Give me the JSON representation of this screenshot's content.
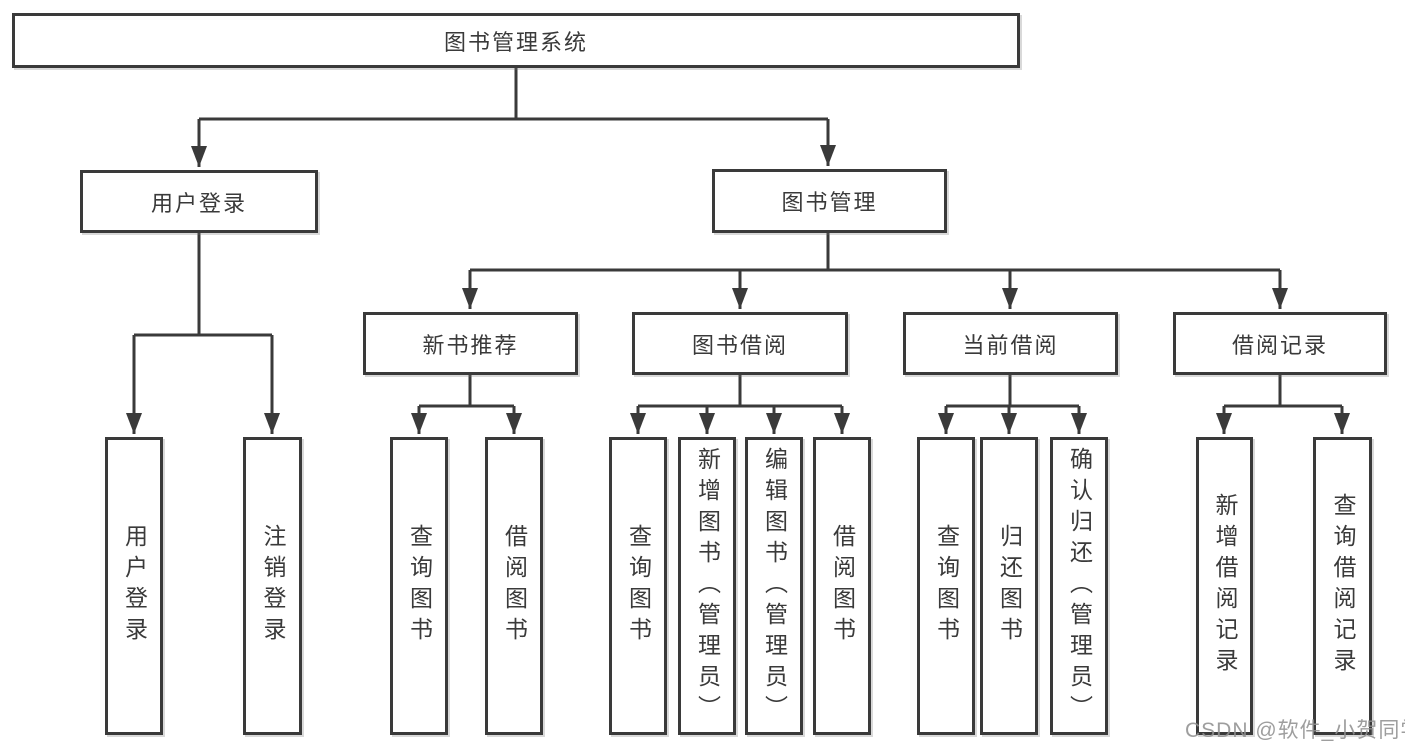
{
  "diagram": {
    "watermark": "CSDN @软件_小贺同学",
    "colors": {
      "background": "#ffffff",
      "line": "#3a3a3a",
      "text": "#3a3a3a",
      "watermark": "#919191"
    }
  },
  "tree": {
    "label": "图书管理系统",
    "children": [
      {
        "label": "用户登录",
        "children": [
          {
            "label": "用户登录"
          },
          {
            "label": "注销登录"
          }
        ]
      },
      {
        "label": "图书管理",
        "children": [
          {
            "label": "新书推荐",
            "children": [
              {
                "label": "查询图书"
              },
              {
                "label": "借阅图书"
              }
            ]
          },
          {
            "label": "图书借阅",
            "children": [
              {
                "label": "查询图书"
              },
              {
                "label": "新增图书（管理员）"
              },
              {
                "label": "编辑图书（管理员）"
              },
              {
                "label": "借阅图书"
              }
            ]
          },
          {
            "label": "当前借阅",
            "children": [
              {
                "label": "查询图书"
              },
              {
                "label": "归还图书"
              },
              {
                "label": "确认归还（管理员）"
              }
            ]
          },
          {
            "label": "借阅记录",
            "children": [
              {
                "label": "新增借阅记录"
              },
              {
                "label": "查询借阅记录"
              }
            ]
          }
        ]
      }
    ]
  }
}
